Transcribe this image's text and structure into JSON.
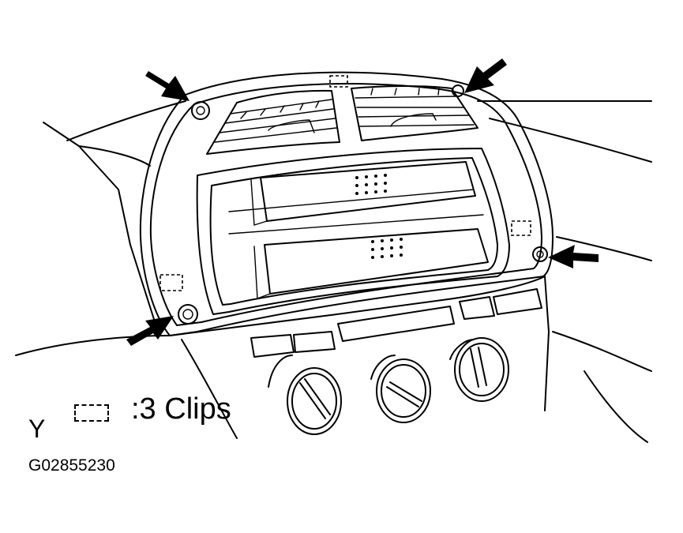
{
  "legend": {
    "text": ":3 Clips",
    "symbol_icon": "dashed-rectangle-clip-icon"
  },
  "view_label": "Y",
  "figure_id": "G02855230",
  "arrows": [
    "arrow-icon",
    "arrow-icon",
    "arrow-icon",
    "arrow-icon"
  ],
  "colors": {
    "line": "#000000",
    "background": "#ffffff"
  }
}
